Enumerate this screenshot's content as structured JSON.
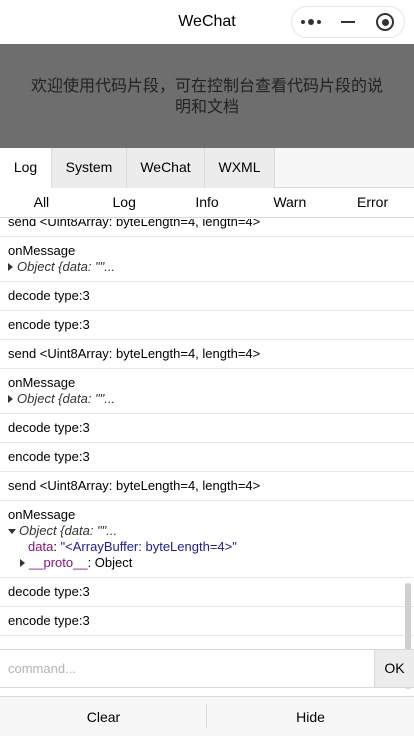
{
  "navbar": {
    "title": "WeChat",
    "menu_icon": "more-dots-icon",
    "minimize_icon": "minus-icon",
    "close_icon": "target-circle-icon"
  },
  "overlay": {
    "message": "欢迎使用代码片段，可在控制台查看代码片段的说明和文档"
  },
  "tabs": [
    {
      "label": "Log",
      "active": true
    },
    {
      "label": "System",
      "active": false
    },
    {
      "label": "WeChat",
      "active": false
    },
    {
      "label": "WXML",
      "active": false
    }
  ],
  "filters": [
    "All",
    "Log",
    "Info",
    "Warn",
    "Error"
  ],
  "logs": {
    "r0": "send <Uint8Array: byteLength=4, length=4>",
    "r1_title": "onMessage",
    "r1_obj": "Object {data: \"\"...",
    "r2": "decode type:3",
    "r3": "encode type:3",
    "r4": "send <Uint8Array: byteLength=4, length=4>",
    "r5_title": "onMessage",
    "r5_obj": "Object {data: \"\"...",
    "r6": "decode type:3",
    "r7": "encode type:3",
    "r8": "send <Uint8Array: byteLength=4, length=4>",
    "r9_title": "onMessage",
    "r9_obj": "Object {data: \"\"...",
    "r9_prop_key": "data",
    "r9_prop_val": "\"<ArrayBuffer: byteLength=4>\"",
    "r9_proto_key": "__proto__",
    "r9_proto_val": "Object",
    "r10": "decode type:3",
    "r11": "encode type:3"
  },
  "command": {
    "placeholder": "command...",
    "value": "",
    "ok_label": "OK"
  },
  "bottom": {
    "clear_label": "Clear",
    "hide_label": "Hide"
  },
  "colors": {
    "overlay_bg": "#6e6e6e",
    "property_key": "#881280",
    "property_value": "#1a1aa6"
  }
}
